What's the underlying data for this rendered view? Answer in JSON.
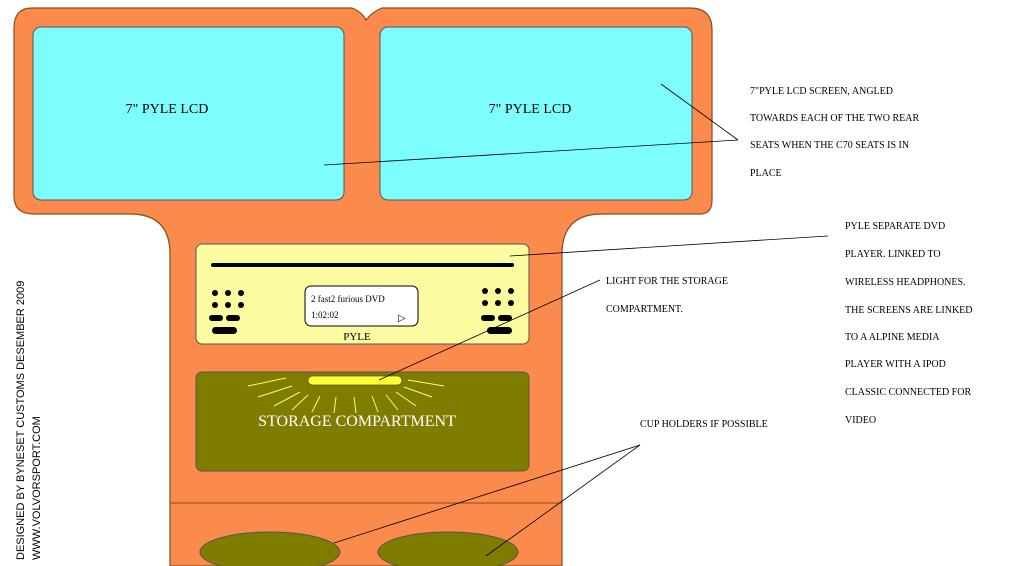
{
  "screens": {
    "left_label": "7\" PYLE LCD",
    "right_label": "7\" PYLE LCD"
  },
  "dvd": {
    "display_title": "2 fast2 furious DVD",
    "display_time": "1:02:02",
    "play_glyph": "▷",
    "brand": "PYLE"
  },
  "storage": {
    "label": "STORAGE COMPARTMENT"
  },
  "annotations": {
    "screen_note": [
      "7\"PYLE LCD SCREEN, ANGLED",
      "TOWARDS EACH OF THE TWO REAR",
      "SEATS WHEN THE C70 SEATS IS IN",
      "PLACE"
    ],
    "dvd_note": [
      "PYLE SEPARATE DVD",
      "PLAYER. LINKED TO",
      "WIRELESS HEADPHONES.",
      "THE SCREENS  ARE LINKED",
      "TO A ALPINE MEDIA",
      "PLAYER WITH A IPOD",
      "CLASSIC CONNECTED FOR",
      "VIDEO"
    ],
    "light_note": [
      "LIGHT FOR THE STORAGE",
      "COMPARTMENT."
    ],
    "cup_note": "CUP HOLDERS IF POSSIBLE"
  },
  "credit": {
    "line1": "DESIGNED BY BYNESET CUSTOMS DESEMBER 2009",
    "line2": "WWW.VOLVORSPORT.COM"
  },
  "colors": {
    "body": "#fb8b4c",
    "screen": "#7dfdfd",
    "dvd_panel": "#fbfba0",
    "storage": "#7e7d00",
    "light": "#ffff33",
    "cup": "#7e7d00"
  }
}
